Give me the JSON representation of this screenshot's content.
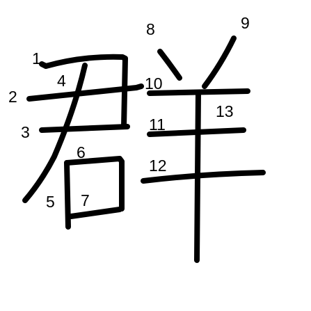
{
  "figure": {
    "character": "群",
    "stroke_color": "#000000",
    "background": "#ffffff",
    "labels": [
      "1",
      "2",
      "3",
      "4",
      "5",
      "6",
      "7",
      "8",
      "9",
      "10",
      "11",
      "12",
      "13"
    ]
  }
}
